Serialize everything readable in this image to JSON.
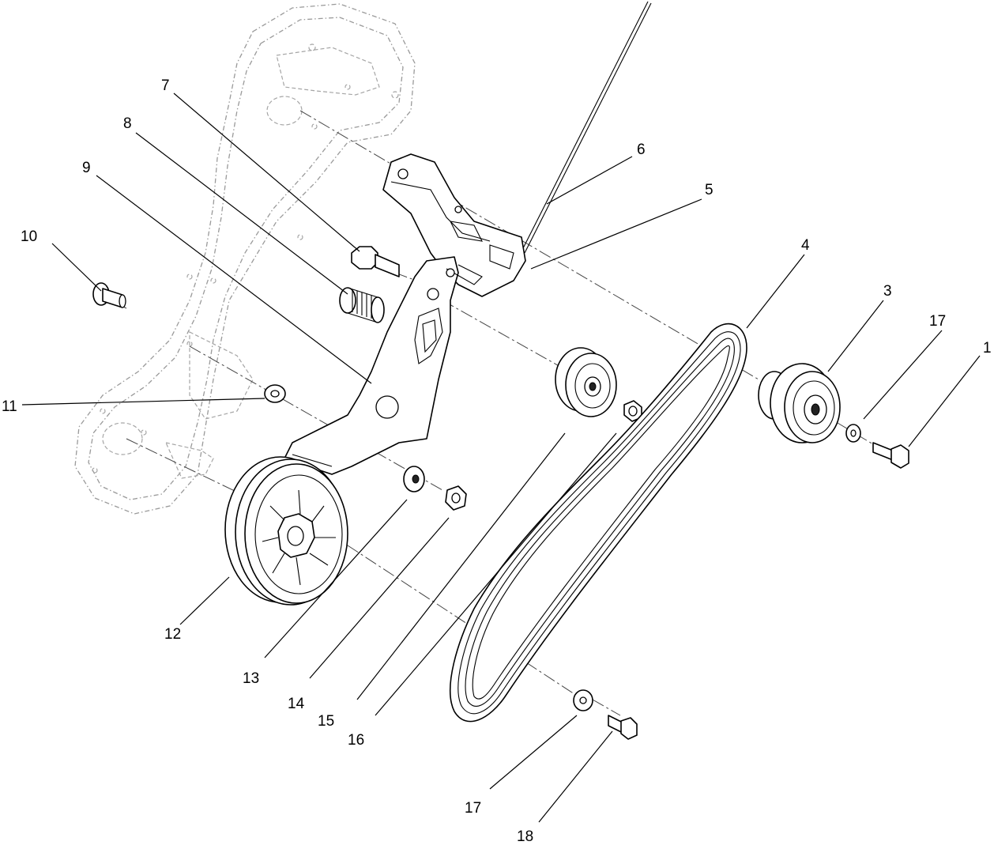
{
  "callouts": [
    {
      "id": "1",
      "label": "1"
    },
    {
      "id": "3",
      "label": "3"
    },
    {
      "id": "4",
      "label": "4"
    },
    {
      "id": "5",
      "label": "5"
    },
    {
      "id": "6",
      "label": "6"
    },
    {
      "id": "7",
      "label": "7"
    },
    {
      "id": "8",
      "label": "8"
    },
    {
      "id": "9",
      "label": "9"
    },
    {
      "id": "10",
      "label": "10"
    },
    {
      "id": "11",
      "label": "11"
    },
    {
      "id": "12",
      "label": "12"
    },
    {
      "id": "13",
      "label": "13"
    },
    {
      "id": "14",
      "label": "14"
    },
    {
      "id": "15",
      "label": "15"
    },
    {
      "id": "16",
      "label": "16"
    },
    {
      "id": "17a",
      "label": "17"
    },
    {
      "id": "17b",
      "label": "17"
    },
    {
      "id": "18",
      "label": "18"
    }
  ]
}
